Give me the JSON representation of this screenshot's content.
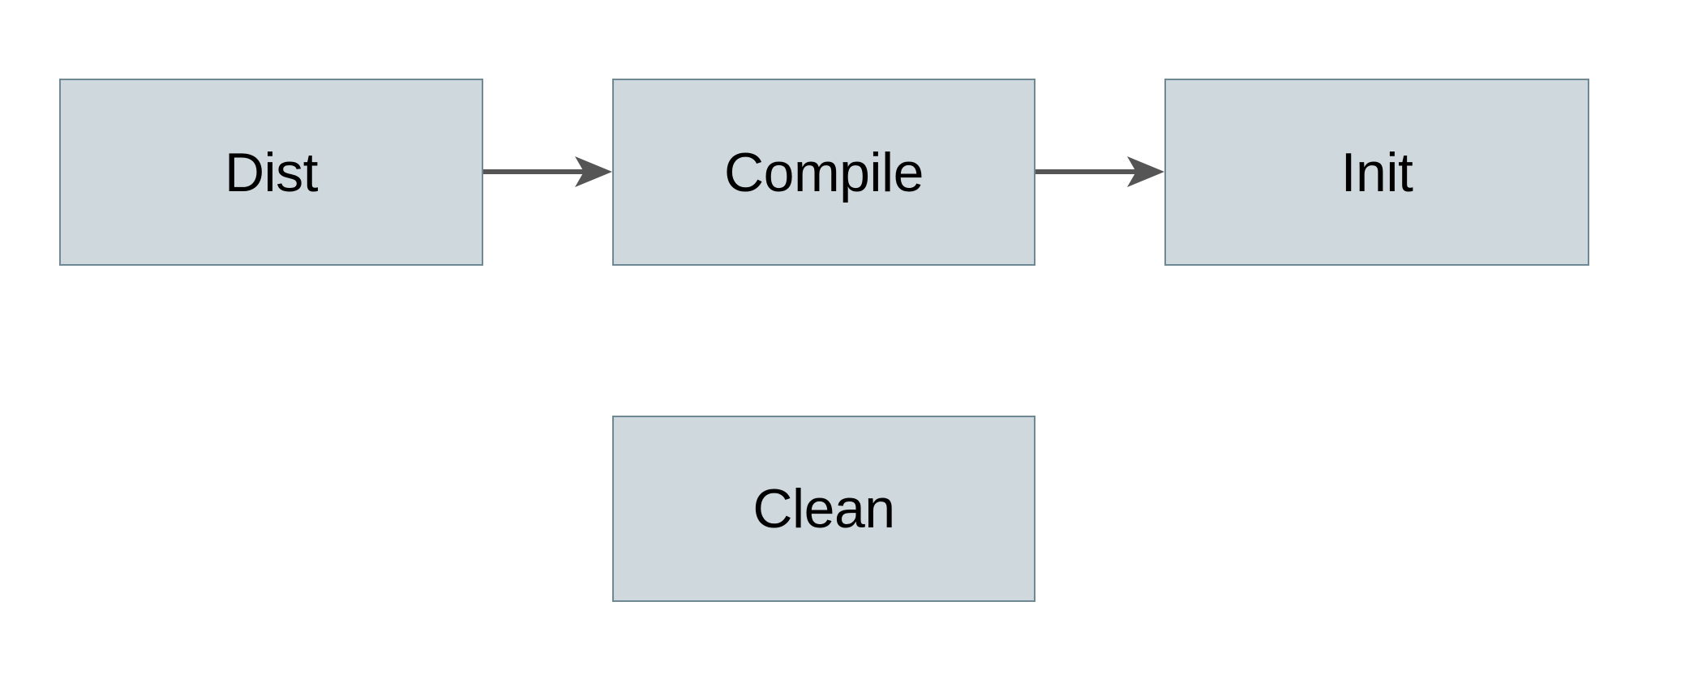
{
  "diagram": {
    "type": "flowchart",
    "background_color": "#FFFFFF",
    "node_fill_color": "#CFD8DC",
    "node_border_color": "#6E8894",
    "node_text_color": "#000000",
    "edge_color": "#555555",
    "nodes": [
      {
        "id": "dist",
        "label": "Dist"
      },
      {
        "id": "compile",
        "label": "Compile"
      },
      {
        "id": "init",
        "label": "Init"
      },
      {
        "id": "clean",
        "label": "Clean"
      }
    ],
    "edges": [
      {
        "id": "dist-compile",
        "from": "Dist",
        "to": "Compile",
        "arrowhead": "swallowtail",
        "direction": "right"
      },
      {
        "id": "compile-init",
        "from": "Compile",
        "to": "Init",
        "arrowhead": "swallowtail",
        "direction": "right"
      }
    ]
  }
}
